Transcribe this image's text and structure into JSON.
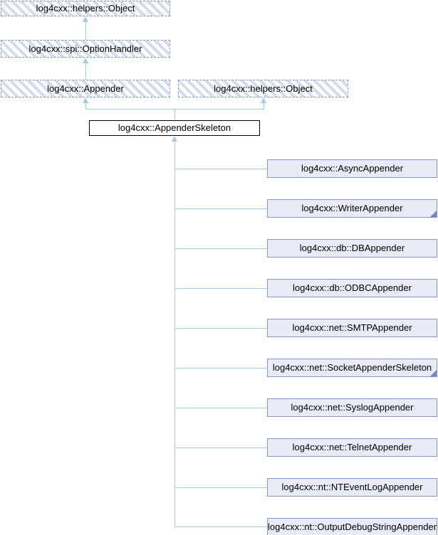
{
  "diagram": {
    "type": "class-inheritance-graph",
    "colors": {
      "derived_fill": "#e8ebf5",
      "node_border": "#8496c4",
      "hatch_stripe": "#d4dcec",
      "edge": "#a5cbe3",
      "focus_border": "#000000",
      "fold_marker": "#7388b8",
      "text": "#000000"
    },
    "focus_node": {
      "label": "log4cxx::AppenderSkeleton"
    },
    "ancestors": [
      {
        "label": "log4cxx::helpers::Object"
      },
      {
        "label": "log4cxx::spi::OptionHandler"
      },
      {
        "label": "log4cxx::Appender"
      },
      {
        "label": "log4cxx::helpers::Object"
      }
    ],
    "derived": [
      {
        "label": "log4cxx::AsyncAppender",
        "truncated": false
      },
      {
        "label": "log4cxx::WriterAppender",
        "truncated": true
      },
      {
        "label": "log4cxx::db::DBAppender",
        "truncated": false
      },
      {
        "label": "log4cxx::db::ODBCAppender",
        "truncated": false
      },
      {
        "label": "log4cxx::net::SMTPAppender",
        "truncated": false
      },
      {
        "label": "log4cxx::net::SocketAppenderSkeleton",
        "truncated": true
      },
      {
        "label": "log4cxx::net::SyslogAppender",
        "truncated": false
      },
      {
        "label": "log4cxx::net::TelnetAppender",
        "truncated": false
      },
      {
        "label": "log4cxx::nt::NTEventLogAppender",
        "truncated": false
      },
      {
        "label": "log4cxx::nt::OutputDebugStringAppender",
        "truncated": false
      }
    ]
  }
}
